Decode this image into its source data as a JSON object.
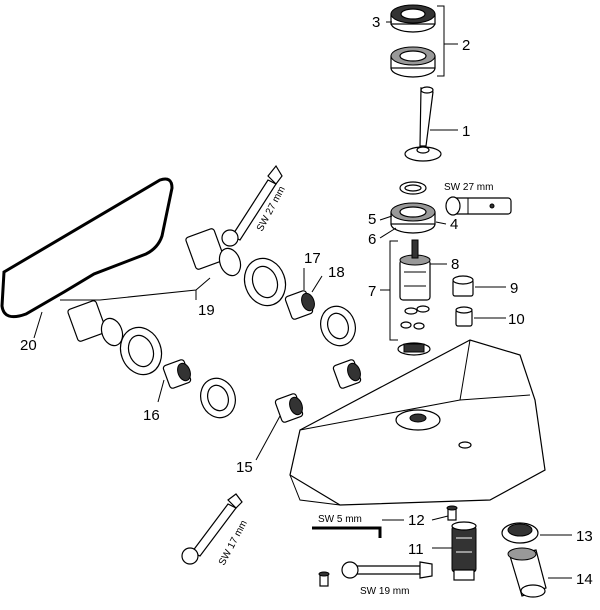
{
  "labels": {
    "p1": "1",
    "p2": "2",
    "p3": "3",
    "p4": "4",
    "p5": "5",
    "p6": "6",
    "p7": "7",
    "p8": "8",
    "p9": "9",
    "p10": "10",
    "p11": "11",
    "p12": "12",
    "p13": "13",
    "p14": "14",
    "p15": "15",
    "p16": "16",
    "p17": "17",
    "p18": "18",
    "p19": "19",
    "p20": "20"
  },
  "tools": {
    "sw27_top": "SW 27 mm",
    "sw27_left": "SW 27 mm",
    "sw17": "SW 17 mm",
    "sw5": "SW 5 mm",
    "sw19": "SW 19 mm"
  }
}
